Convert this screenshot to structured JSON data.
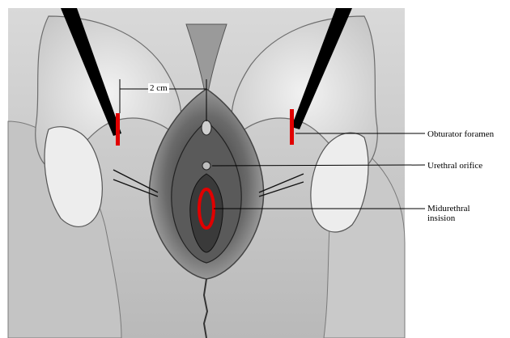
{
  "labels": {
    "distance": "2 cm",
    "obturator_foramen": "Obturator foramen",
    "urethral_orifice": "Urethral orifice",
    "midurethral_incision": "Midurethral insision"
  },
  "colors": {
    "incision_red": "#e10000",
    "trocar_black": "#000000",
    "tissue_dark": "#3a3a3a",
    "tissue_mid": "#8a8a8a",
    "tissue_light": "#d4d4d4",
    "background": "#ffffff"
  }
}
